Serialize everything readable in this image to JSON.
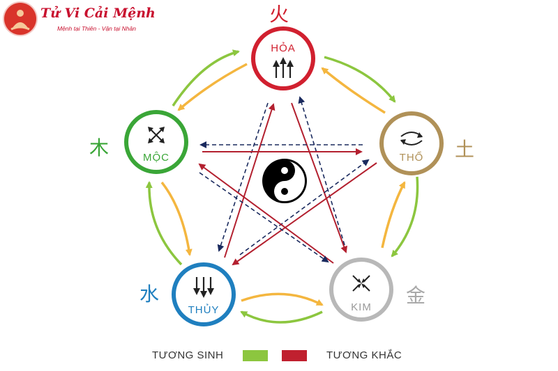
{
  "brand": {
    "title": "Tử Vi Cải Mệnh",
    "subtitle": "Mệnh tại Thiên - Vận tại Nhân"
  },
  "elements": {
    "hoa": {
      "label": "HỎA",
      "char": "火",
      "color": "#d1202f"
    },
    "tho": {
      "label": "THỔ",
      "char": "土",
      "color": "#b09158"
    },
    "kim": {
      "label": "KIM",
      "char": "金",
      "color": "#b8b8b8"
    },
    "thuy": {
      "label": "THỦY",
      "char": "水",
      "color": "#1f7fbf"
    },
    "moc": {
      "label": "MỘC",
      "char": "木",
      "color": "#3aa637"
    }
  },
  "legend": {
    "sinh_label": "TƯƠNG SINH",
    "khac_label": "TƯƠNG KHẮC",
    "sinh_color": "#8cc63f",
    "khac_color": "#c0202f"
  },
  "colors": {
    "sinh_inner": "#8cc63f",
    "sinh_outer": "#f4b63f",
    "khac": "#b3202f",
    "khac_dashed": "#1a2a5e"
  }
}
